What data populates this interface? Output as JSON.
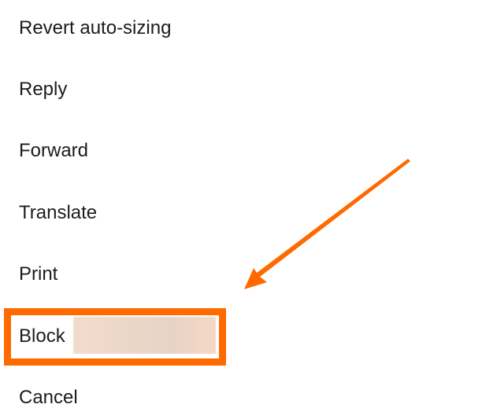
{
  "menu": {
    "items": [
      {
        "label": "Revert auto-sizing"
      },
      {
        "label": "Reply"
      },
      {
        "label": "Forward"
      },
      {
        "label": "Translate"
      },
      {
        "label": "Print"
      },
      {
        "label": "Block"
      },
      {
        "label": "Cancel"
      }
    ]
  },
  "annotation": {
    "color": "#ff6a00",
    "highlighted_item": "Block",
    "redacted": true
  }
}
